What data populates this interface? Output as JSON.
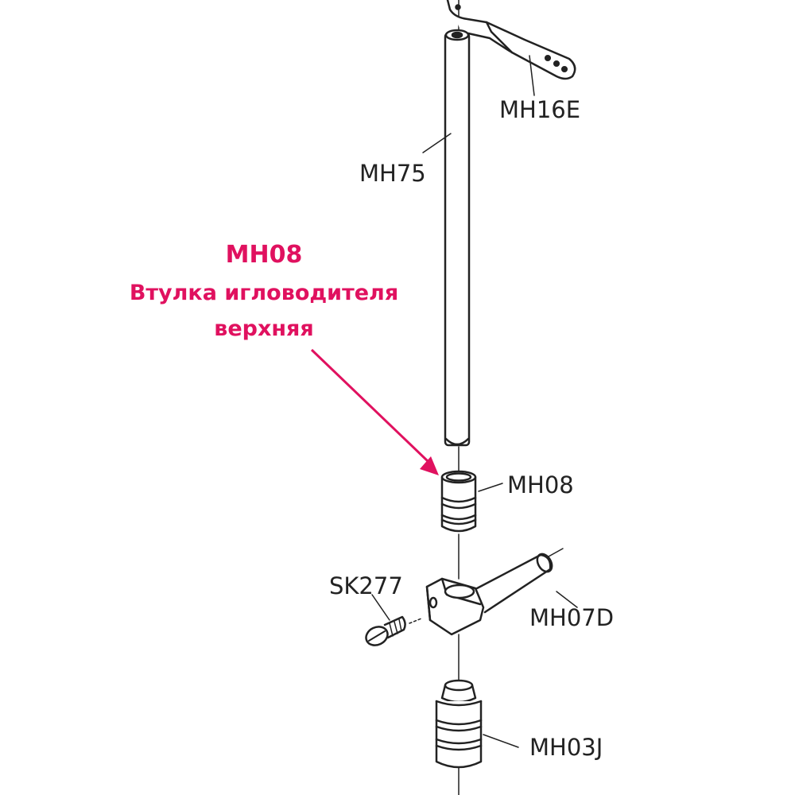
{
  "highlight": {
    "code": "MH08",
    "description_line1": "Втулка игловодителя",
    "description_line2": "верхняя",
    "color": "#e0115f"
  },
  "parts": [
    {
      "code": "MH16E",
      "name": "bracket"
    },
    {
      "code": "MH75",
      "name": "needle-bar"
    },
    {
      "code": "MH08",
      "name": "upper-bushing"
    },
    {
      "code": "SK277",
      "name": "screw"
    },
    {
      "code": "MH07D",
      "name": "clamp"
    },
    {
      "code": "MH03J",
      "name": "lower-bushing"
    }
  ],
  "colors": {
    "line": "#222222",
    "fill": "#ffffff"
  }
}
